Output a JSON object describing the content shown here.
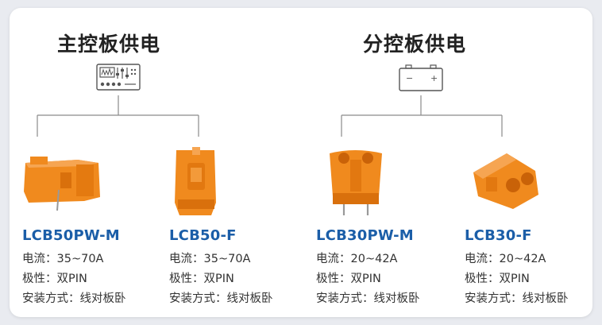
{
  "groups": [
    {
      "title": "主控板供电",
      "icon": "control-panel-icon"
    },
    {
      "title": "分控板供电",
      "icon": "battery-icon"
    }
  ],
  "battery": {
    "minus": "−",
    "plus": "+"
  },
  "products": [
    {
      "model": "LCB50PW-M",
      "current": "电流：35~70A",
      "polarity": "极性：双PIN",
      "mount": "安装方式：线对板卧",
      "color": "#f08a1e"
    },
    {
      "model": "LCB50-F",
      "current": "电流：35~70A",
      "polarity": "极性：双PIN",
      "mount": "安装方式：线对板卧",
      "color": "#f08a1e"
    },
    {
      "model": "LCB30PW-M",
      "current": "电流：20~42A",
      "polarity": "极性：双PIN",
      "mount": "安装方式：线对板卧",
      "color": "#f08a1e"
    },
    {
      "model": "LCB30-F",
      "current": "电流：20~42A",
      "polarity": "极性：双PIN",
      "mount": "安装方式：线对板卧",
      "color": "#f08a1e"
    }
  ],
  "colors": {
    "model_text": "#1b5ea8",
    "connector_orange": "#f08a1e",
    "line": "#8a8a8a"
  }
}
